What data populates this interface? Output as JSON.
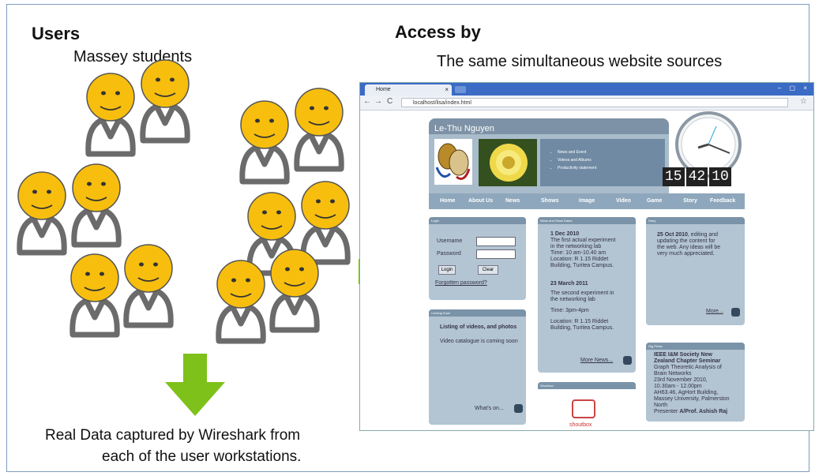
{
  "left": {
    "users_heading": "Users",
    "group_label": "Massey students",
    "caption_line1": "Real Data  captured by Wireshark from",
    "caption_line2": "each of the user workstations."
  },
  "right": {
    "access_heading": "Access by",
    "subtitle": "The  same simultaneous website sources"
  },
  "colors": {
    "face": "#f7be0e",
    "arrow_green": "#7ec11a",
    "frame": "#7f9cc0"
  },
  "browser": {
    "tab_label": "Home",
    "url": "localhost/lisa/index.html",
    "site_name": "Le-Thu Nguyen",
    "menu_items": [
      "News and Event",
      "Videos and Albums",
      "Productivity statement"
    ],
    "clock_digits": [
      "15",
      "42",
      "10"
    ],
    "nav": [
      "Home",
      "About Us",
      "News",
      "Shows",
      "Image",
      "Video",
      "Game",
      "Story",
      "Feedback"
    ],
    "login": {
      "head": "Login",
      "username_label": "Username",
      "password_label": "Password",
      "login_button": "Login",
      "clear_button": "Clear",
      "forgot_link": "Forgotten password?"
    },
    "coming": {
      "head": "Coming Soon",
      "title": "Listing of videos, and photos",
      "text": "Video catalogue is coming soon",
      "more": "What's on..."
    },
    "news": {
      "head": "News and Show Dates",
      "date1": "1 Dec 2010",
      "text1a": "The first actual experiment",
      "text1b": "in the networking lab",
      "text1c": "Time: 10 am-10.40 am",
      "text1d": "Location: R 1.15 Riddet",
      "text1e": "Building, Turitea Campus.",
      "date2": "23 March 2011",
      "text2a": "The second experiment in",
      "text2b": "the networking lab",
      "text2c": "Time: 3pm-4pm",
      "text2d": "Location: R 1.15 Riddet",
      "text2e": "Building, Turitea Campus.",
      "more": "More News..."
    },
    "shoutbox": {
      "head": "Shoutbox",
      "label": "shoutbox"
    },
    "story": {
      "head": "Story",
      "date": "25 Oct 2010",
      "text_a": ", editing and",
      "text_b": "updating the content for",
      "text_c": "the web. Any ideas will be",
      "text_d": "very much appreciated.",
      "more": "More..."
    },
    "events": {
      "head": "Gig Press",
      "title_a": "IEEE I&M Society New",
      "title_b": "Zealand Chapter Seminar",
      "l1": "Graph Theoretic Analysis of",
      "l2": "Brain Networks",
      "l3": "23rd November 2010,",
      "l4": "10.30am - 12.00pm",
      "l5": "AH63.46, AgHort Building,",
      "l6": "Massey University, Palmerston",
      "l7": "North",
      "presenter_label": "Presenter",
      "presenter": "A/Prof. Ashish Raj"
    }
  }
}
